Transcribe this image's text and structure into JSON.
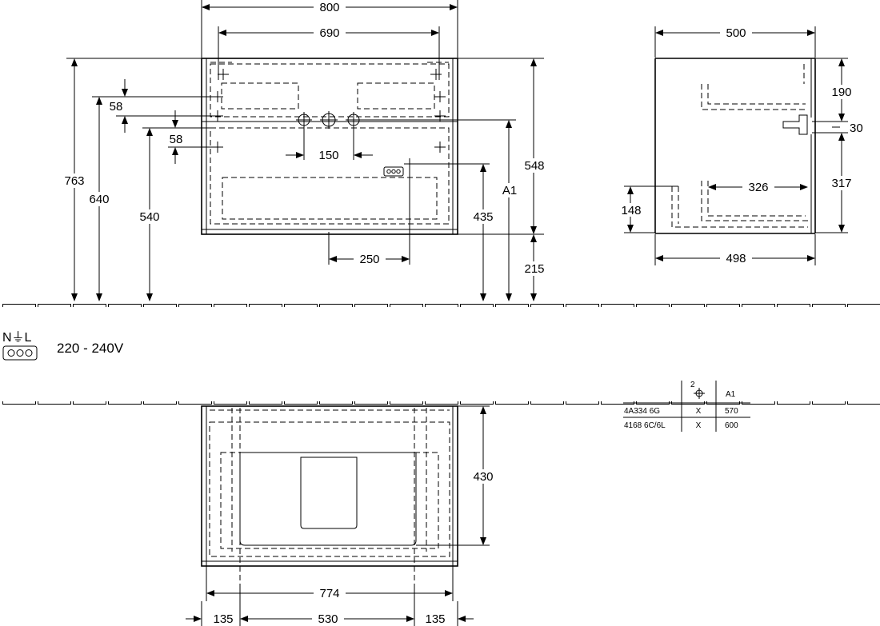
{
  "front_view": {
    "dims": {
      "width_total": "800",
      "width_inner": "690",
      "height_total": "763",
      "height_640": "640",
      "height_540": "540",
      "offset_58_top": "58",
      "offset_58_bottom": "58",
      "spacing_150": "150",
      "height_548": "548",
      "label_a1": "A1",
      "height_435": "435",
      "height_215": "215",
      "offset_250": "250"
    }
  },
  "side_view": {
    "dims": {
      "depth_top": "500",
      "depth_bottom": "498",
      "depth_326": "326",
      "height_190": "190",
      "height_30": "30",
      "height_317": "317",
      "height_148": "148"
    }
  },
  "electrical": {
    "symbol_label": "N⏚L",
    "voltage": "220 - 240V"
  },
  "top_view": {
    "dims": {
      "depth_430": "430",
      "width_774": "774",
      "left_135": "135",
      "middle_530": "530",
      "right_135": "135"
    }
  },
  "spec_table": {
    "header_symbol_index": "2",
    "header_a1": "A1",
    "rows": [
      {
        "code": "4A334 6G",
        "mark": "X",
        "a1": "570"
      },
      {
        "code": "4168 6C/6L",
        "mark": "X",
        "a1": "600"
      }
    ]
  }
}
